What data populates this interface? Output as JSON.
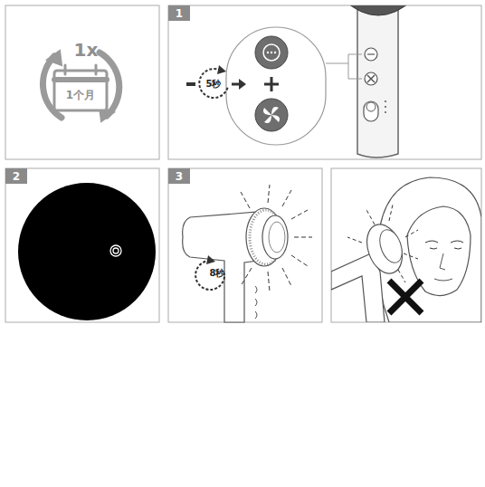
{
  "diagram": {
    "labels": [
      "1x",
      "1个月",
      "1",
      "5秒",
      "2",
      "3",
      "8秒"
    ]
  }
}
